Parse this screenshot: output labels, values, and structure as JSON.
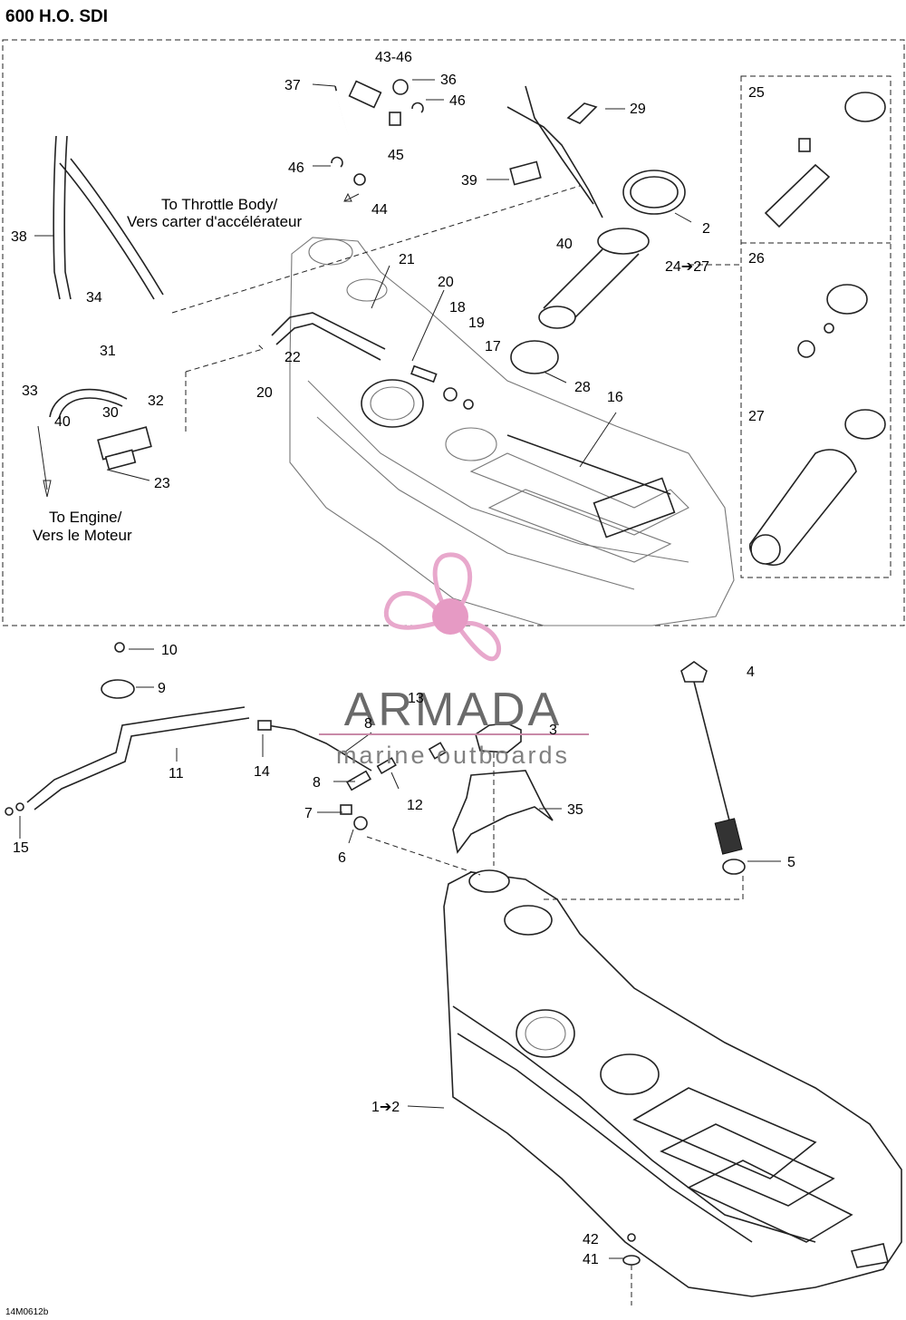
{
  "title": "600 H.O. SDI",
  "footer_code": "14M0612b",
  "notes": {
    "throttle_en": "To Throttle Body/",
    "throttle_fr": "Vers carter d'accélérateur",
    "engine_en": "To Engine/",
    "engine_fr": "Vers le Moteur"
  },
  "watermark": {
    "brand": "ARMADA",
    "tagline": "marine outboards",
    "colors": {
      "propeller": "#e8a8cc",
      "hub": "#e69ac4",
      "text": "#6a6a6a"
    }
  },
  "callouts": {
    "c1": "600 H.O. SDI",
    "c37": "37",
    "c43": "43-46",
    "c36": "36",
    "c46a": "46",
    "c45": "45",
    "c46b": "46",
    "c44": "44",
    "c29": "29",
    "c39": "39",
    "c2": "2",
    "c40a": "40",
    "c2427": "24➔27",
    "c25": "25",
    "c26": "26",
    "c27": "27",
    "c38": "38",
    "c34": "34",
    "c21": "21",
    "c20a": "20",
    "c18": "18",
    "c19": "19",
    "c17": "17",
    "c22": "22",
    "c20b": "20",
    "c28": "28",
    "c16": "16",
    "c31": "31",
    "c33": "33",
    "c32": "32",
    "c30": "30",
    "c40b": "40",
    "c23": "23",
    "c10": "10",
    "c9": "9",
    "c4": "4",
    "c13": "13",
    "c8a": "8",
    "c3": "3",
    "c11": "11",
    "c14": "14",
    "c8b": "8",
    "c12": "12",
    "c7": "7",
    "c35": "35",
    "c15": "15",
    "c6": "6",
    "c5": "5",
    "c12tank": "1➔2",
    "c42": "42",
    "c41": "41"
  }
}
